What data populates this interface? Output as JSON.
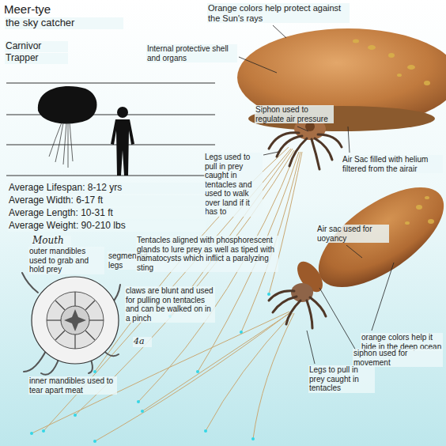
{
  "diagram": {
    "title": "Meer-tye",
    "labels": [
      "the sky catcher",
      "Carnivor",
      "Trapper",
      "Orange colors help protect against the Sun's rays",
      "Internal protective shell and organs",
      "Siphon used to regulate air pressure",
      "Legs used to pull in prey caught in tentacles and used to walk over land if it has to",
      "Air Sac filled with helium filtered from the airair",
      "Average Lifespan: 8-12 yrs",
      "Average Width: 6-17 ft",
      "Average Length: 10-31 ft",
      "Average Weight: 90-210 lbs",
      "Mouth",
      "outer mandibles used to grab and hold prey",
      "segmented legs",
      "Tentacles aligned with phosphorescent glands to lure prey as well as tiped with namatocysts which inflict a paralyzing sting",
      "claws are blunt and used for pulling on tentacles and can be walked on in a pinch",
      "inner mandibles used to tear apart meat",
      "Air sac used for uoyancy",
      "orange colors help it hide in the deep ocean",
      "siphon used for movement",
      "Legs to pull in prey caught in tentacles",
      "4a"
    ]
  }
}
